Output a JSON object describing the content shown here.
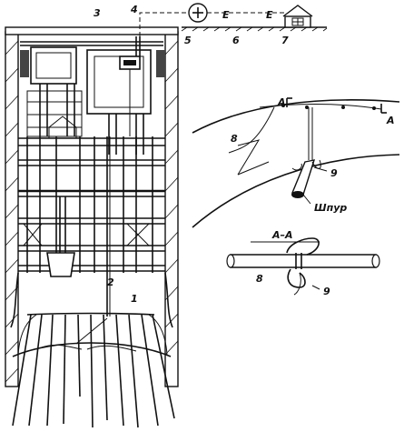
{
  "callouts": {
    "n1": "1",
    "n2": "2",
    "n3": "3",
    "n4": "4",
    "n5": "5",
    "n6": "6",
    "n7": "7",
    "n8_top": "8",
    "n8_bottom": "8",
    "n9_top": "9",
    "n9_bottom": "9"
  },
  "wire_marks": {
    "e_left": "E",
    "e_right": "E"
  },
  "section": {
    "mark_left": "A",
    "mark_right": "A",
    "title": "A–A"
  },
  "labels": {
    "hole": "Шпур"
  },
  "colors": {
    "ink": "#111111",
    "paper": "#ffffff"
  }
}
